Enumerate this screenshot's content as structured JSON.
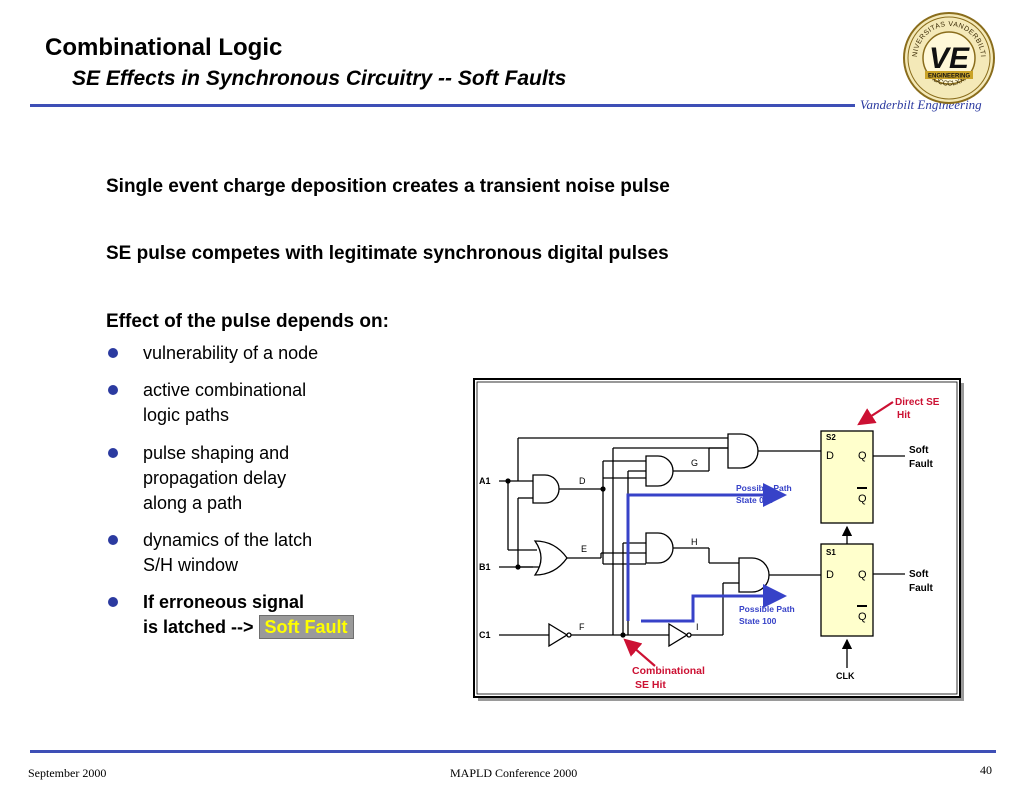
{
  "header": {
    "title": "Combinational Logic",
    "subtitle": "SE Effects in Synchronous Circuitry -- Soft Faults",
    "brand": "Vanderbilt Engineering",
    "logo": {
      "top_text": "UNIVERSITAS VANDERBILTIA",
      "bottom_text": "MDCCCLXXIII",
      "center": "VE",
      "band": "ENGINEERING"
    }
  },
  "body": {
    "statements": [
      "Single event charge deposition creates a transient noise pulse",
      "SE pulse competes with legitimate synchronous digital pulses",
      "Effect of the pulse depends on:"
    ],
    "bullets": [
      {
        "lines": [
          "vulnerability of a node"
        ]
      },
      {
        "lines": [
          "active combinational",
          "logic paths"
        ]
      },
      {
        "lines": [
          "pulse shaping and",
          "propagation delay",
          "along a path"
        ]
      },
      {
        "lines": [
          "dynamics of the latch",
          "S/H window"
        ]
      },
      {
        "lines": [
          "If erroneous signal",
          "is latched -->"
        ],
        "highlight": "Soft Fault"
      }
    ]
  },
  "diagram": {
    "inputs": [
      "A1",
      "B1",
      "C1"
    ],
    "nodes": [
      "D",
      "E",
      "F",
      "G",
      "H",
      "I"
    ],
    "latches": [
      {
        "name": "S2",
        "d": "D",
        "q": "Q",
        "qbar": "Q"
      },
      {
        "name": "S1",
        "d": "D",
        "q": "Q",
        "qbar": "Q"
      }
    ],
    "direct_hit": [
      "Direct SE",
      "Hit"
    ],
    "soft_fault_top": [
      "Soft",
      "Fault"
    ],
    "soft_fault_bottom": [
      "Soft",
      "Fault"
    ],
    "path_000": [
      "Possible Path",
      "State 000"
    ],
    "path_100": [
      "Possible Path",
      "State 100"
    ],
    "combinational_hit": [
      "Combinational",
      "SE Hit"
    ],
    "clk": "CLK",
    "colors": {
      "path": "#3742c8",
      "hit": "#cc1133",
      "latch_fill": "#ffffcc"
    }
  },
  "footer": {
    "left": "September 2000",
    "center": "MAPLD Conference 2000",
    "page": "40"
  }
}
